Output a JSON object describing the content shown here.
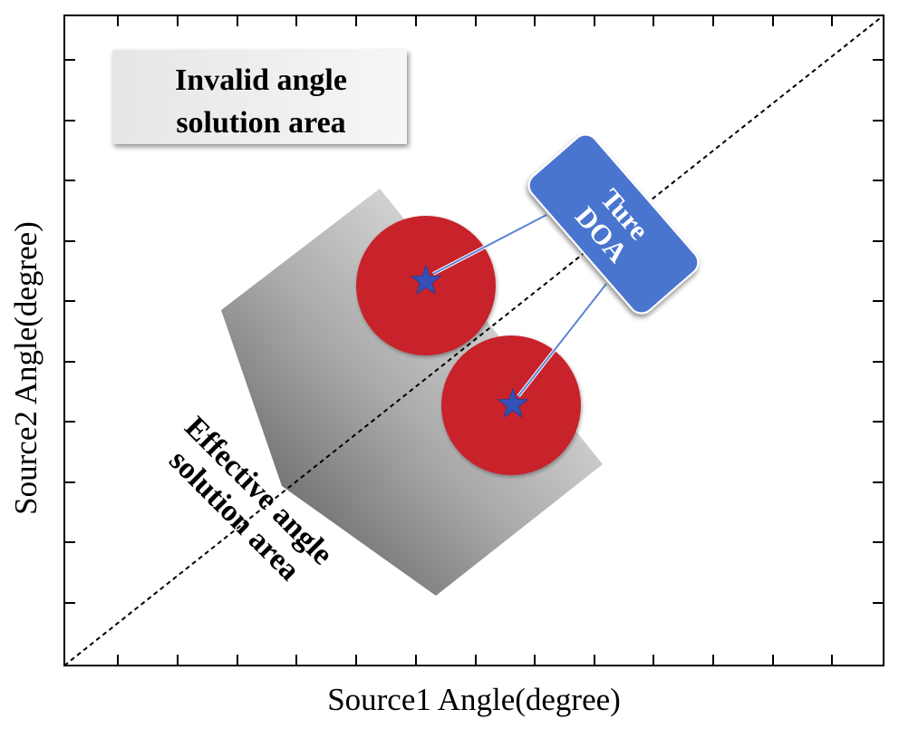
{
  "axes": {
    "x_label": "Source1 Angle(degree)",
    "y_label": "Source2 Angle(degree)"
  },
  "invalid_area": {
    "line1": "Invalid angle",
    "line2": "solution area"
  },
  "effective_area": {
    "line1": "Effective angle",
    "line2": "solution area"
  },
  "doa_callout": {
    "line1": "Ture",
    "line2": "DOA"
  },
  "colors": {
    "target_circle": "#c8202c",
    "star": "#3550b8",
    "callout_fill": "#4a74cf",
    "connector": "#5d82d6"
  },
  "icons": {
    "target_marker": "star-icon"
  }
}
